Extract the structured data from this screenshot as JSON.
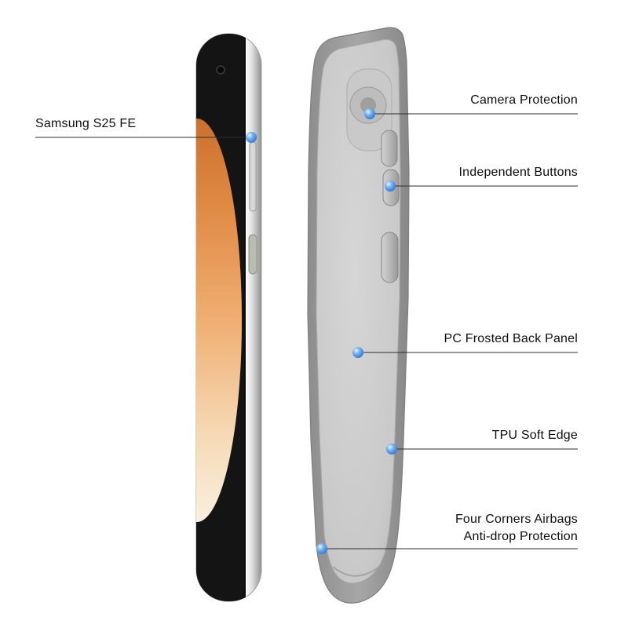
{
  "phone": {
    "label": "Samsung S25 FE"
  },
  "callouts": [
    {
      "id": "camera-protection",
      "label": "Camera Protection"
    },
    {
      "id": "independent-buttons",
      "label": "Independent Buttons"
    },
    {
      "id": "pc-frosted-back-panel",
      "label": "PC Frosted Back Panel"
    },
    {
      "id": "tpu-soft-edge",
      "label": "TPU Soft Edge"
    },
    {
      "id": "four-corners-airbags",
      "label_line1": "Four Corners Airbags",
      "label_line2": "Anti-drop Protection"
    }
  ],
  "markers": {
    "style": "blue-dot",
    "count": 6
  },
  "colors": {
    "background": "#ffffff",
    "callout_line": "#2d2d2d",
    "label_text": "#0e0e0e",
    "marker_blue": "#2e7fe0",
    "case_gray": "#9e9e9e",
    "frosted_panel": "#c9c9c9",
    "phone_screen": "#141414",
    "wallpaper_orange": "#e08a44",
    "phone_frame_silver": "#d6d6d6"
  }
}
